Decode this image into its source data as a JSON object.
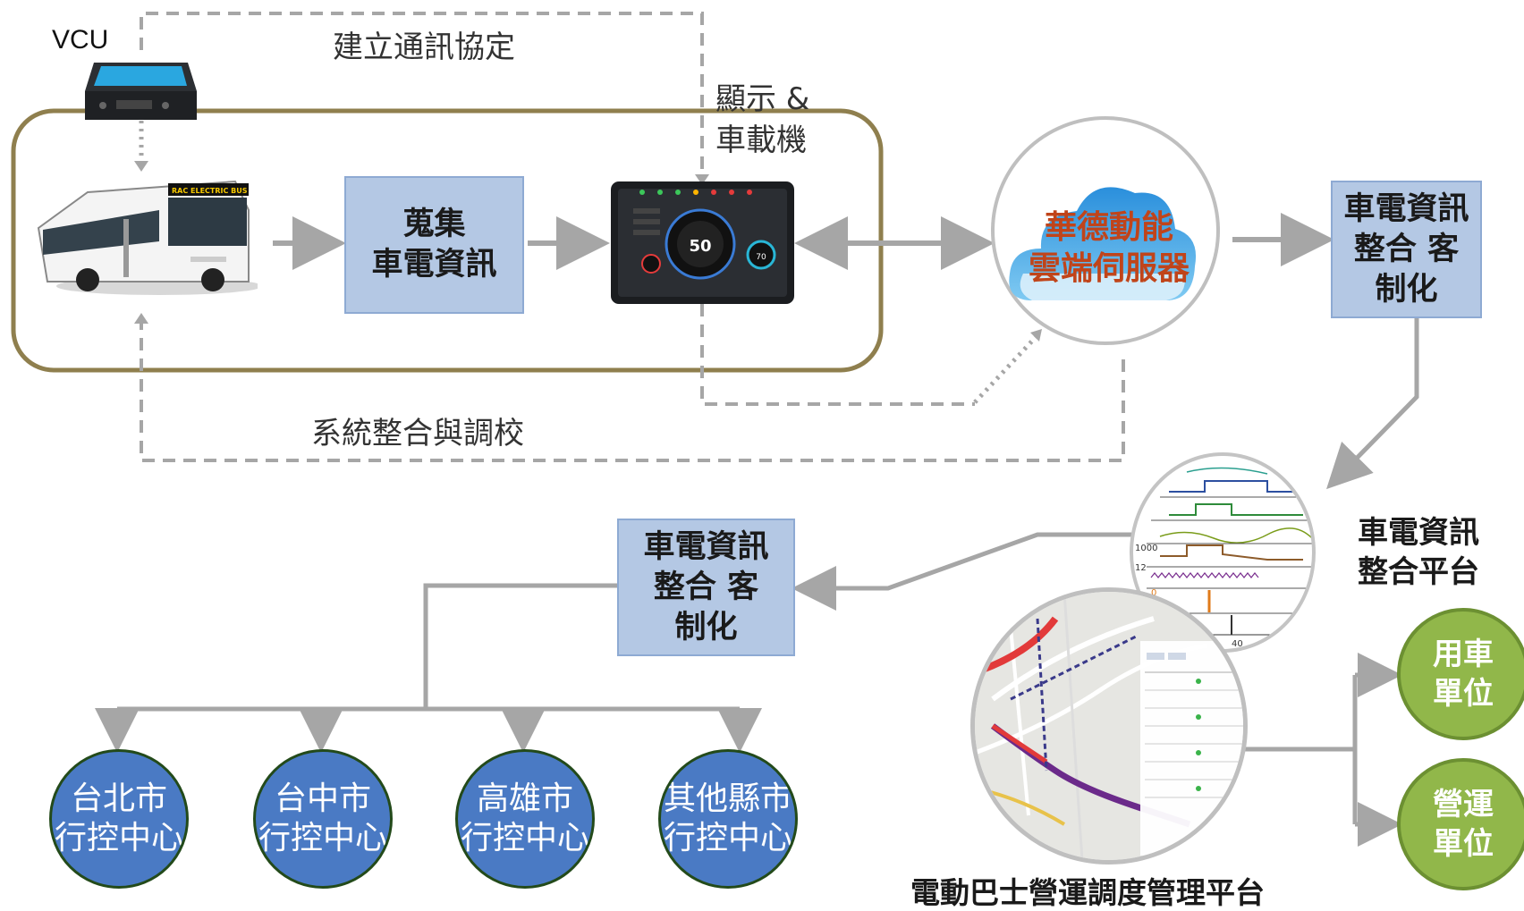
{
  "vcu": {
    "label": "VCU"
  },
  "links": {
    "protocol": "建立通訊協定",
    "integration": "系統整合與調校"
  },
  "display_unit": {
    "label": "顯示 &\n車載機",
    "speed": "50",
    "gauge": "70"
  },
  "bus": {
    "sign": "RAC ELECTRIC BUS"
  },
  "collect_box": {
    "label": "蒐集\n車電資訊"
  },
  "cloud": {
    "label": "華德動能\n雲端伺服器"
  },
  "custom_box_right": {
    "label": "車電資訊\n整合 客\n制化"
  },
  "custom_box_left": {
    "label": "車電資訊\n整合 客\n制化"
  },
  "platform": {
    "label": "車電資訊\n整合平台",
    "tick_1000": "1000",
    "tick_12": "12",
    "tick_0": "0",
    "tick_40": "40"
  },
  "ops_platform": {
    "label": "電動巴士營運調度管理平台"
  },
  "control_centers": [
    {
      "label": "台北市\n行控中心"
    },
    {
      "label": "台中市\n行控中心"
    },
    {
      "label": "高雄市\n行控中心"
    },
    {
      "label": "其他縣市\n行控中心"
    }
  ],
  "units": [
    {
      "label": "用車\n單位"
    },
    {
      "label": "營運\n單位"
    }
  ],
  "colors": {
    "frame": "#8f7f4e",
    "box_fill": "#b4c8e4",
    "arrow": "#a6a6a6",
    "cloud_text": "#c0441a",
    "center_blue": "#4a7ac4",
    "unit_green": "#91b74a"
  }
}
